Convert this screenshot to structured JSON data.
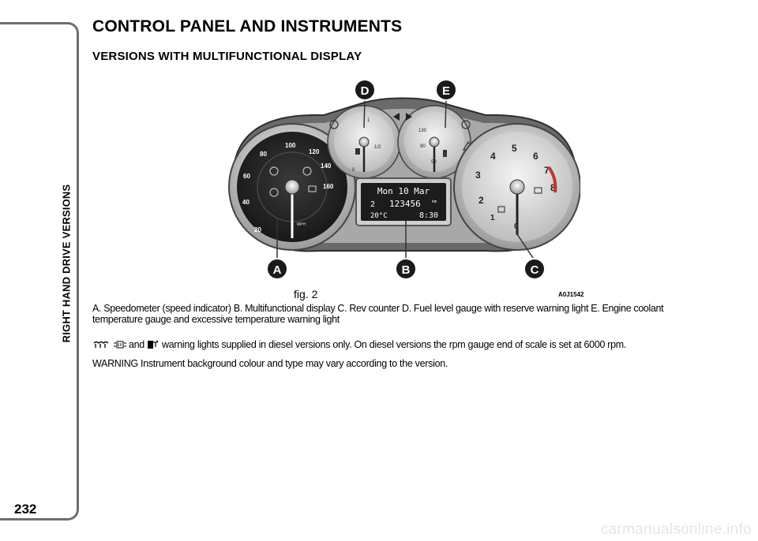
{
  "sidebar": {
    "label": "RIGHT HAND DRIVE VERSIONS"
  },
  "page": {
    "title": "CONTROL PANEL AND INSTRUMENTS",
    "subtitle": "VERSIONS WITH MULTIFUNCTIONAL DISPLAY",
    "number": "232",
    "footer_url": "carmanualsonline.info"
  },
  "figure": {
    "caption": "fig. 2",
    "code": "A0J1542",
    "callouts": {
      "a": "A",
      "b": "B",
      "c": "C",
      "d": "D",
      "e": "E"
    },
    "display": {
      "line1": "Mon 10 Mar",
      "gear": "2",
      "odometer": "123456",
      "odo_unit": "km",
      "temp": "20°C",
      "time": "8:30"
    },
    "speedometer": {
      "ticks": [
        "20",
        "40",
        "60",
        "80",
        "100",
        "120",
        "140",
        "160"
      ],
      "unit": "MPH"
    },
    "rev_counter": {
      "ticks": [
        "0",
        "1",
        "2",
        "3",
        "4",
        "5",
        "6",
        "7",
        "8"
      ]
    },
    "fuel_gauge": {
      "labels": [
        "0",
        "1/2",
        "1"
      ]
    },
    "temp_gauge": {
      "labels": [
        "50",
        "90",
        "130"
      ]
    }
  },
  "body": {
    "legend": "A. Speedometer (speed indicator) B. Multifunctional display C. Rev counter D. Fuel level gauge with reserve warning light E. Engine coolant temperature gauge and excessive temperature warning light",
    "diesel_and": "and",
    "diesel_note": "warning lights supplied in diesel versions only. On diesel versions the rpm gauge end of scale is set at 6000 rpm.",
    "warning": "WARNING Instrument background colour and type may vary according to the version."
  },
  "icons": [
    "glow-plug-icon",
    "dpf-filter-icon",
    "water-in-fuel-icon"
  ]
}
